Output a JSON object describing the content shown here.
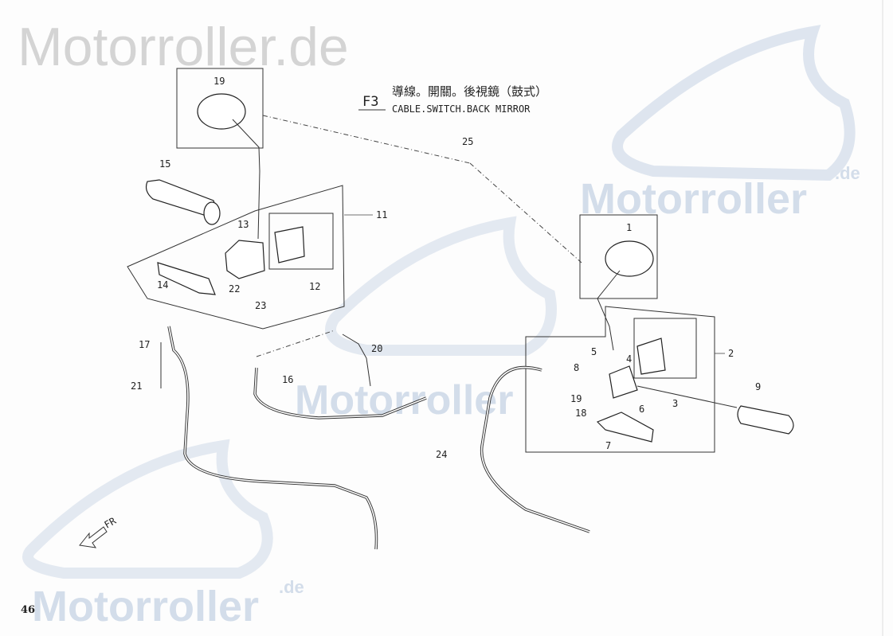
{
  "watermark": {
    "text_top": "Motorroller.de",
    "text_brand": "Motorroller",
    "text_suffix": ".de"
  },
  "title": {
    "code": "F3",
    "chinese": "導線。開關。後視鏡（鼓式）",
    "english": "CABLE.SWITCH.BACK MIRROR"
  },
  "page_number": "46",
  "direction_label": "FR",
  "callouts": [
    "19",
    "15",
    "13",
    "11",
    "14",
    "12",
    "22",
    "23",
    "17",
    "21",
    "16",
    "20",
    "25",
    "1",
    "5",
    "4",
    "2",
    "8",
    "19",
    "18",
    "6",
    "3",
    "7",
    "9",
    "24"
  ]
}
